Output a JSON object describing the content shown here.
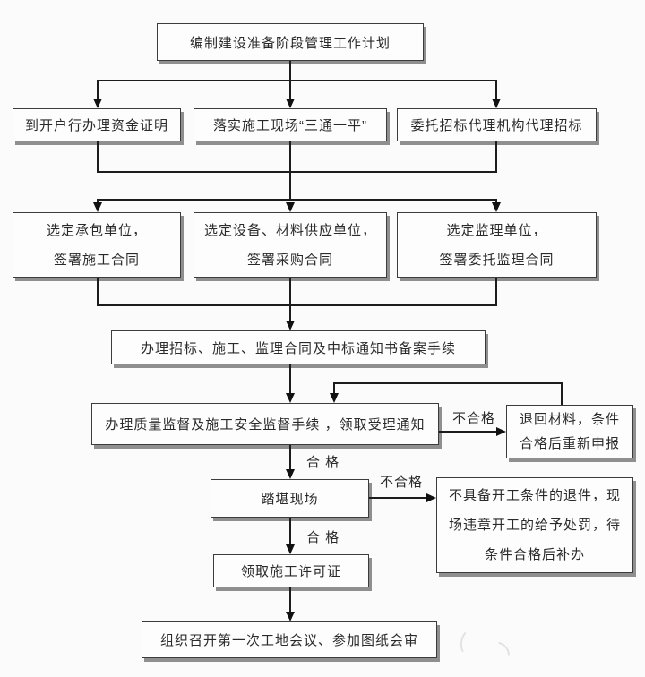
{
  "flowchart": {
    "nodes": {
      "plan": "编制建设准备阶段管理工作计划",
      "funds": "到开户行办理资金证明",
      "site": "落实施工现场“三通一平”",
      "agency": "委托招标代理机构代理招标",
      "contractor": [
        "选定承包单位，",
        "签署施工合同"
      ],
      "supplier": [
        "选定设备、材料供应单位，",
        "签署采购合同"
      ],
      "supervisor": [
        "选定监理单位，",
        "签署委托监理合同"
      ],
      "filing": "办理招标、施工、监理合同及中标通知书备案手续",
      "quality": "办理质量监督及施工安全监督手续 ，领取受理通知",
      "return_materials": [
        "退回材料，条件",
        "合格后重新申报"
      ],
      "survey": "踏堪现场",
      "reject": [
        "不具备开工条件的退件，现",
        "场违章开工的给予处罚，待",
        "条件合格后补办"
      ],
      "permit": "领取施工许可证",
      "meeting": "组织召开第一次工地会议、参加图纸会审"
    },
    "edge_labels": {
      "pass1": "合 格",
      "fail1": "不合格",
      "pass2": "合 格",
      "fail2": "不合格"
    },
    "colors": {
      "background": "#fcfbfb",
      "box_fill": "#fdfdfd",
      "box_border": "#3c3c3c",
      "box_shadow": "#8f8f8f",
      "line": "#1c1c1c",
      "text": "#2a2a2a"
    }
  }
}
